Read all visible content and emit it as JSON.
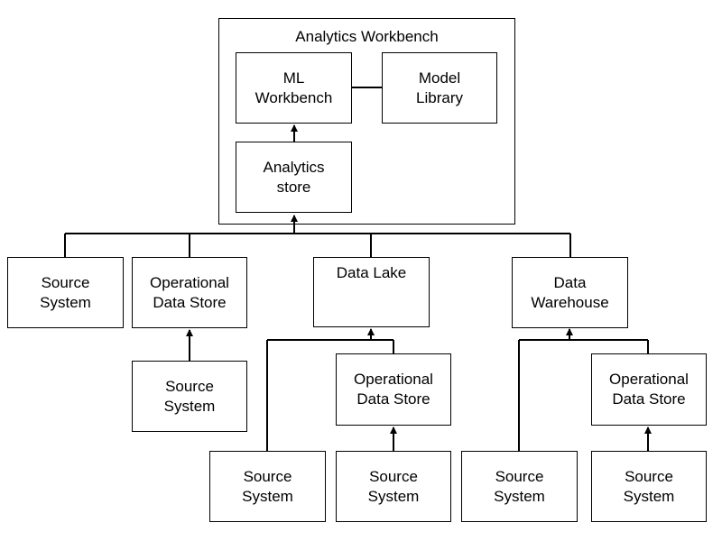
{
  "workbench": {
    "title": "Analytics Workbench",
    "ml_workbench": "ML\nWorkbench",
    "model_library": "Model\nLibrary",
    "analytics_store": "Analytics\nstore"
  },
  "row1": {
    "source_system": "Source\nSystem",
    "operational_data_store": "Operational\nData Store",
    "data_lake": "Data Lake",
    "data_warehouse": "Data\nWarehouse"
  },
  "row2": {
    "ods_source_system": "Source\nSystem",
    "lake_operational_data_store": "Operational\nData Store",
    "warehouse_operational_data_store": "Operational\nData Store"
  },
  "row3": {
    "lake_source_system": "Source\nSystem",
    "lake_ods_source_system": "Source\nSystem",
    "warehouse_source_system": "Source\nSystem",
    "warehouse_ods_source_system": "Source\nSystem"
  }
}
